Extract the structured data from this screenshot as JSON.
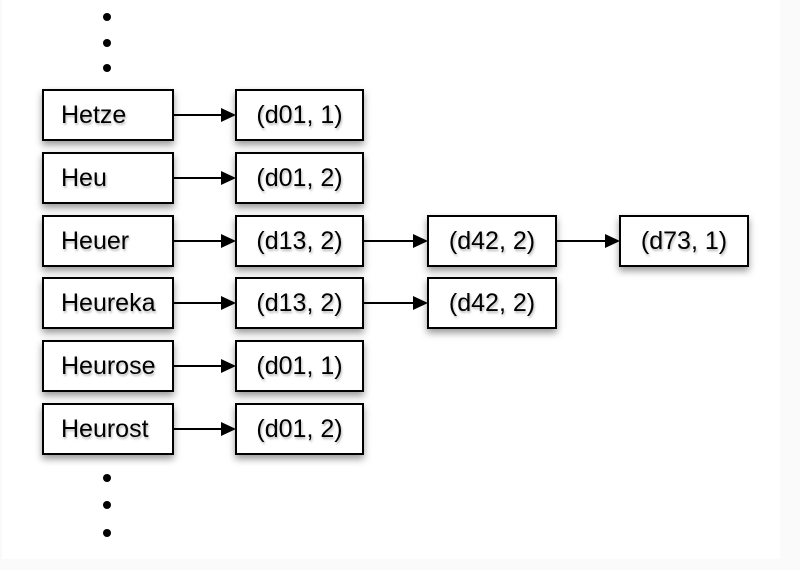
{
  "page": {
    "background_color": "#fafafa",
    "panel_color": "#ffffff",
    "ink_color": "#000000"
  },
  "diagram": {
    "type": "dictionary-postings-linked-list",
    "top_ellipsis_dots": 3,
    "bottom_ellipsis_dots": 3,
    "rows": [
      {
        "term": "Hetze",
        "postings": [
          "(d01, 1)"
        ]
      },
      {
        "term": "Heu",
        "postings": [
          "(d01, 2)"
        ]
      },
      {
        "term": "Heuer",
        "postings": [
          "(d13, 2)",
          "(d42, 2)",
          "(d73, 1)"
        ]
      },
      {
        "term": "Heureka",
        "postings": [
          "(d13, 2)",
          "(d42, 2)"
        ]
      },
      {
        "term": "Heurose",
        "postings": [
          "(d01, 1)"
        ]
      },
      {
        "term": "Heurost",
        "postings": [
          "(d01, 2)"
        ]
      }
    ]
  }
}
